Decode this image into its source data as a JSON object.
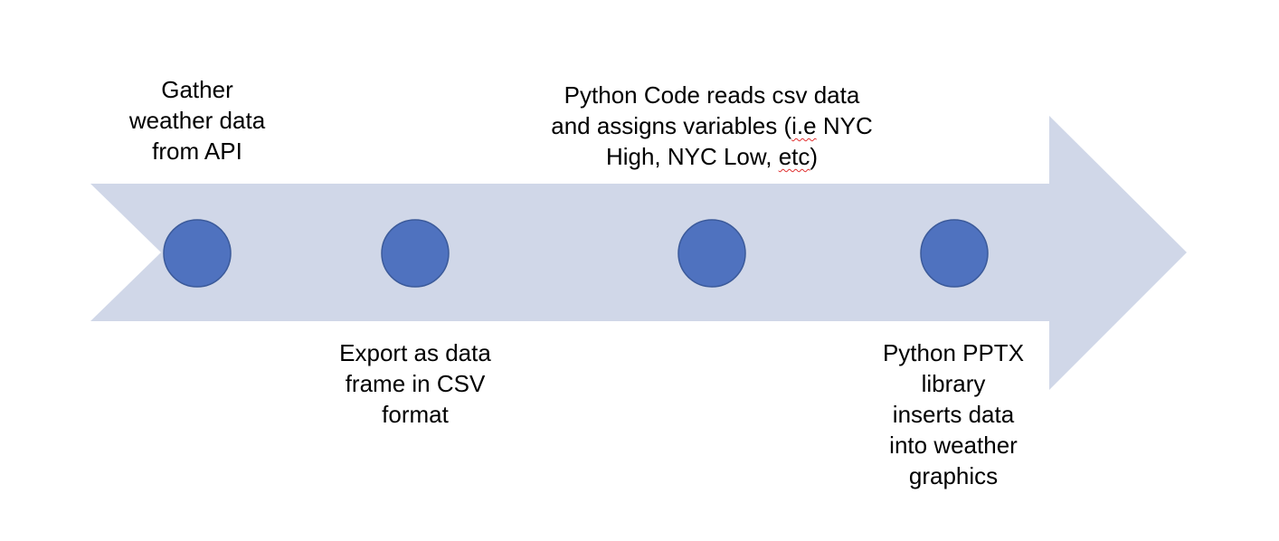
{
  "colors": {
    "arrow_fill": "#d0d7e8",
    "marker_fill": "#4f72bf",
    "marker_stroke": "#3b5a9a",
    "text": "#000000",
    "spellcheck_underline": "#e03030"
  },
  "steps": [
    {
      "position": "above",
      "lines": [
        "Gather",
        "weather data",
        "from API"
      ]
    },
    {
      "position": "below",
      "lines": [
        "Export as data",
        "frame in CSV",
        "format"
      ]
    },
    {
      "position": "above",
      "lines": [
        "Python Code reads csv data",
        "and assigns variables (i.e NYC",
        "High, NYC Low, etc)"
      ]
    },
    {
      "position": "below",
      "lines": [
        "Python PPTX",
        "library",
        "inserts data",
        "into weather",
        "graphics"
      ]
    }
  ]
}
